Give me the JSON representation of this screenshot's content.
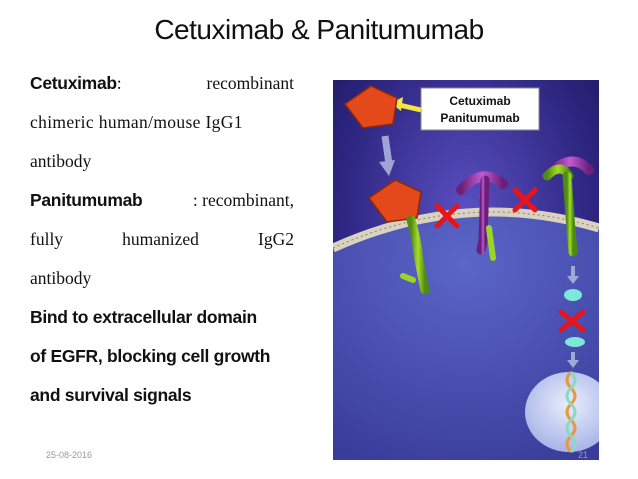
{
  "slide": {
    "title": "Cetuximab & Panitumumab",
    "lines": {
      "l1_term": "Cetuximab",
      "l1_colon": ":",
      "l1_rest": "recombinant",
      "l2": "chimeric human/mouse IgG1",
      "l3": "antibody",
      "l4_term": "Panitumumab",
      "l4_rest": ": recombinant,",
      "l5_a": "fully",
      "l5_b": "humanized",
      "l5_c": "IgG2",
      "l6": "antibody",
      "l7": "Bind to extracellular domain",
      "l8": "of EGFR, blocking cell growth",
      "l9": "and survival signals"
    },
    "figure": {
      "label_line1": "Cetuximab",
      "label_line2": "Panitumumab"
    },
    "footer": {
      "date": "25-08-2016",
      "page": "21"
    }
  }
}
